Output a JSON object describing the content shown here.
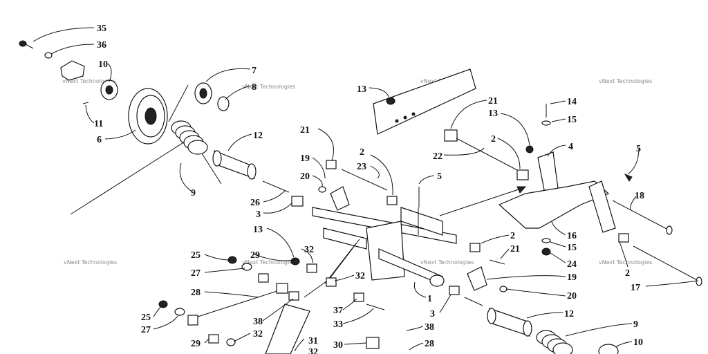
{
  "callouts": {
    "c35": "35",
    "c36": "36",
    "c10a": "10",
    "c11": "11",
    "c6": "6",
    "c7": "7",
    "c8": "8",
    "c9a": "9",
    "c12a": "12",
    "c26": "26",
    "c3a": "3",
    "c13a": "13",
    "c21a": "21",
    "c19a": "19",
    "c20a": "20",
    "c2a": "2",
    "c23": "23",
    "c5a": "5",
    "c13b": "13",
    "c21b": "21",
    "c13c": "13",
    "c22": "22",
    "c2b": "2",
    "c14": "14",
    "c15a": "15",
    "c4": "4",
    "c5b": "5",
    "c18": "18",
    "c16": "16",
    "c15b": "15",
    "c24": "24",
    "c2c": "2",
    "c21c": "21",
    "c2d": "2",
    "c17": "17",
    "c19b": "19",
    "c20b": "20",
    "c1": "1",
    "c3b": "3",
    "c12b": "12",
    "c9b": "9",
    "c10b": "10",
    "c25a": "25",
    "c29a": "29",
    "c27a": "27",
    "c32a": "32",
    "c28a": "28",
    "c32b": "32",
    "c37": "37",
    "c33": "33",
    "c38a": "38",
    "c25b": "25",
    "c27b": "27",
    "c29b": "29",
    "c32c": "32",
    "c38b": "38",
    "c31": "31",
    "c30": "30",
    "c28b": "28",
    "c32d": "32"
  },
  "watermark": "vNext Technologies"
}
